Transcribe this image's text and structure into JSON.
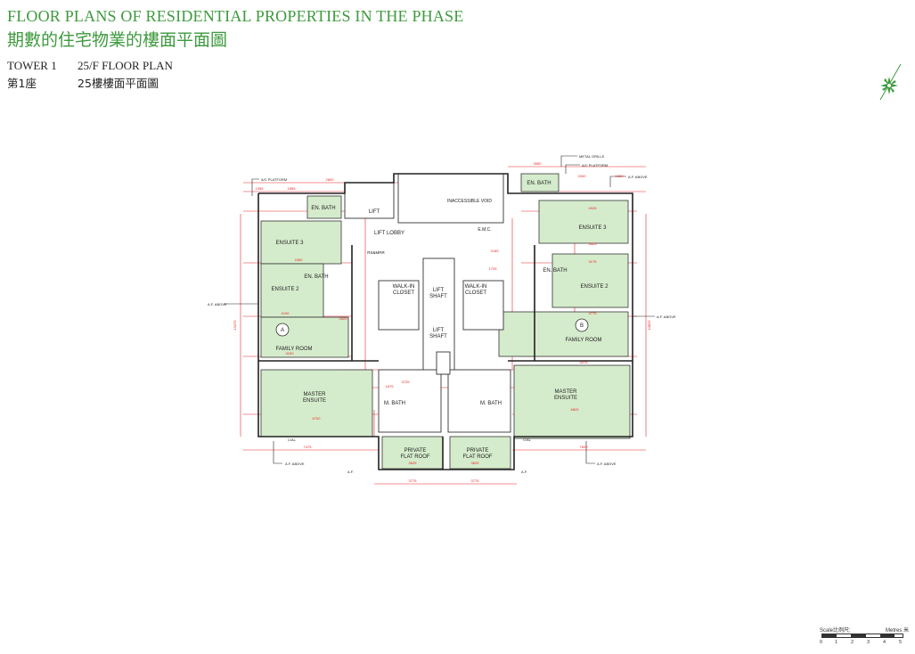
{
  "header": {
    "title_en": "FLOOR PLANS OF RESIDENTIAL PROPERTIES IN THE PHASE",
    "title_zh": "期數的住宅物業的樓面平面圖"
  },
  "subheader": {
    "tower_en": "TOWER 1",
    "tower_zh": "第1座",
    "floor_en": "25/F FLOOR PLAN",
    "floor_zh": "25樓樓面平面圖"
  },
  "colors": {
    "accent": "#3e9a3e",
    "room_fill": "#d5eccc",
    "dimension": "#e8262a",
    "wall": "#333333"
  },
  "icons": {
    "north": "compass-icon"
  },
  "plan": {
    "left_unit_marker": "A",
    "right_unit_marker": "B",
    "ensuite3": "ENSUITE 3",
    "ensuite2": "ENSUITE 2",
    "family_room": "FAMILY ROOM",
    "master_ensuite_1": "MASTER",
    "master_ensuite_2": "ENSUITE",
    "en_bath": "EN. BATH",
    "m_bath": "M. BATH",
    "lift": "LIFT",
    "lift_lobby": "LIFT LOBBY",
    "lift_shaft_1": "LIFT",
    "lift_shaft_2": "SHAFT",
    "walk_in_1": "WALK-IN",
    "walk_in_2": "CLOSET",
    "private_roof_1": "PRIVATE",
    "private_roof_2": "FLAT ROOF",
    "inaccessible_void": "INACCESSIBLE VOID",
    "emc": "E.M.C.",
    "af_above": "A.F. ABOVE",
    "ac_platform": "A/C PLATFORM",
    "metal_grille": "METAL GRILLE",
    "af": "A.F.",
    "cal": "C/AL",
    "rs_mrr": "RS&MRR",
    "dims": {
      "d1355": "1355",
      "d1855": "1855",
      "d2600": "2600",
      "d3550": "3550",
      "d2000": "2000",
      "d1650": "1650",
      "d4150": "4150",
      "d3725": "3725",
      "d2625": "2625",
      "d5025": "5025",
      "d4775": "4775",
      "d3175": "3175",
      "d2450": "2450",
      "d3150": "3150",
      "d4975": "4975",
      "d6700": "6700",
      "d6825": "6825",
      "d7475": "7475",
      "d7600": "7600",
      "d3775a": "3775",
      "d3775b": "3775",
      "d3625a": "3625",
      "d3625b": "3625",
      "d13475": "13475",
      "d10825": "10825",
      "d1675": "1675",
      "d1725": "1725",
      "d2165": "2165",
      "d4925": "4925"
    }
  },
  "scale": {
    "label_left": "Scale比例尺:",
    "label_right": "Metres 米",
    "ticks": [
      "0",
      "1",
      "2",
      "3",
      "4",
      "5"
    ]
  }
}
